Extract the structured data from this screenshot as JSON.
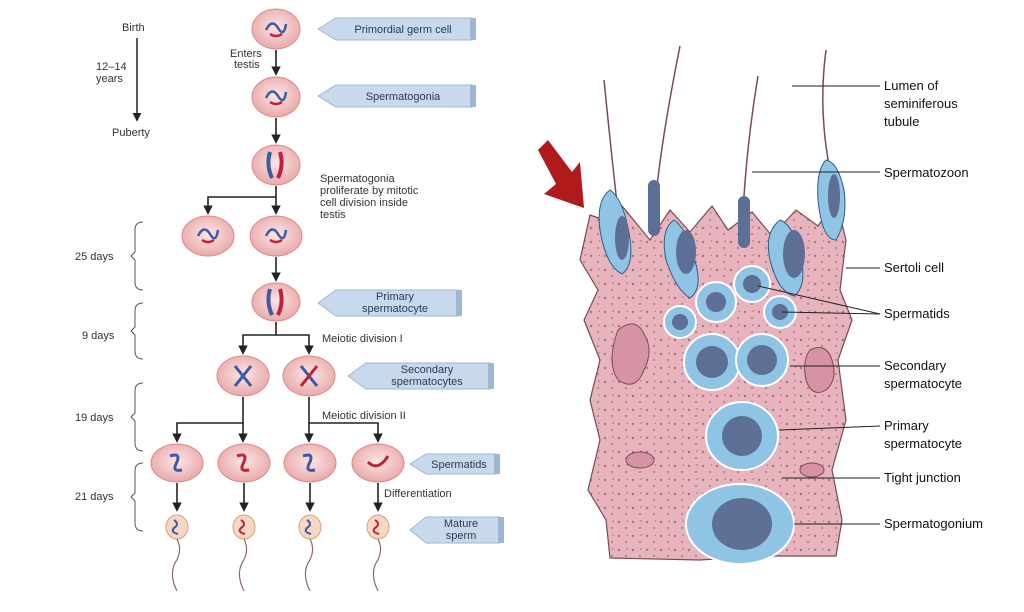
{
  "timeline": {
    "birth": "Birth",
    "years": [
      "12–14",
      "years"
    ],
    "puberty": "Puberty",
    "days": [
      "25 days",
      "9 days",
      "19 days",
      "21 days"
    ]
  },
  "stages": {
    "primordial": "Primordial germ cell",
    "spermatogonia": "Spermatogonia",
    "primary": [
      "Primary",
      "spermatocyte"
    ],
    "secondary": [
      "Secondary",
      "spermatocytes"
    ],
    "spermatids": "Spermatids",
    "mature": [
      "Mature",
      "sperm"
    ]
  },
  "notes": {
    "enters": [
      "Enters",
      "testis"
    ],
    "proliferate": [
      "Spermatogonia",
      "proliferate by mitotic",
      "cell division inside",
      "testis"
    ],
    "meiosis1": "Meiotic division I",
    "meiosis2": "Meiotic division II",
    "differentiation": "Differentiation"
  },
  "tubule_labels": {
    "lumen": [
      "Lumen of",
      "seminiferous",
      "tubule"
    ],
    "spermatozoon": "Spermatozoon",
    "sertoli": "Sertoli cell",
    "spermatids": "Spermatids",
    "secondary": [
      "Secondary",
      "spermatocyte"
    ],
    "primary": [
      "Primary",
      "spermatocyte"
    ],
    "tight": "Tight junction",
    "spermatogonium": "Spermatogonium"
  },
  "colors": {
    "cell_fill": "#f3c3c3",
    "cell_edge": "#d98a8a",
    "tag_fill": "#c9d9ec",
    "sertoli_fill": "#e7b3bd",
    "blue_cell": "#8fc4e4",
    "nucleus": "#5d6f94",
    "arrow_red": "#b01a1a"
  }
}
